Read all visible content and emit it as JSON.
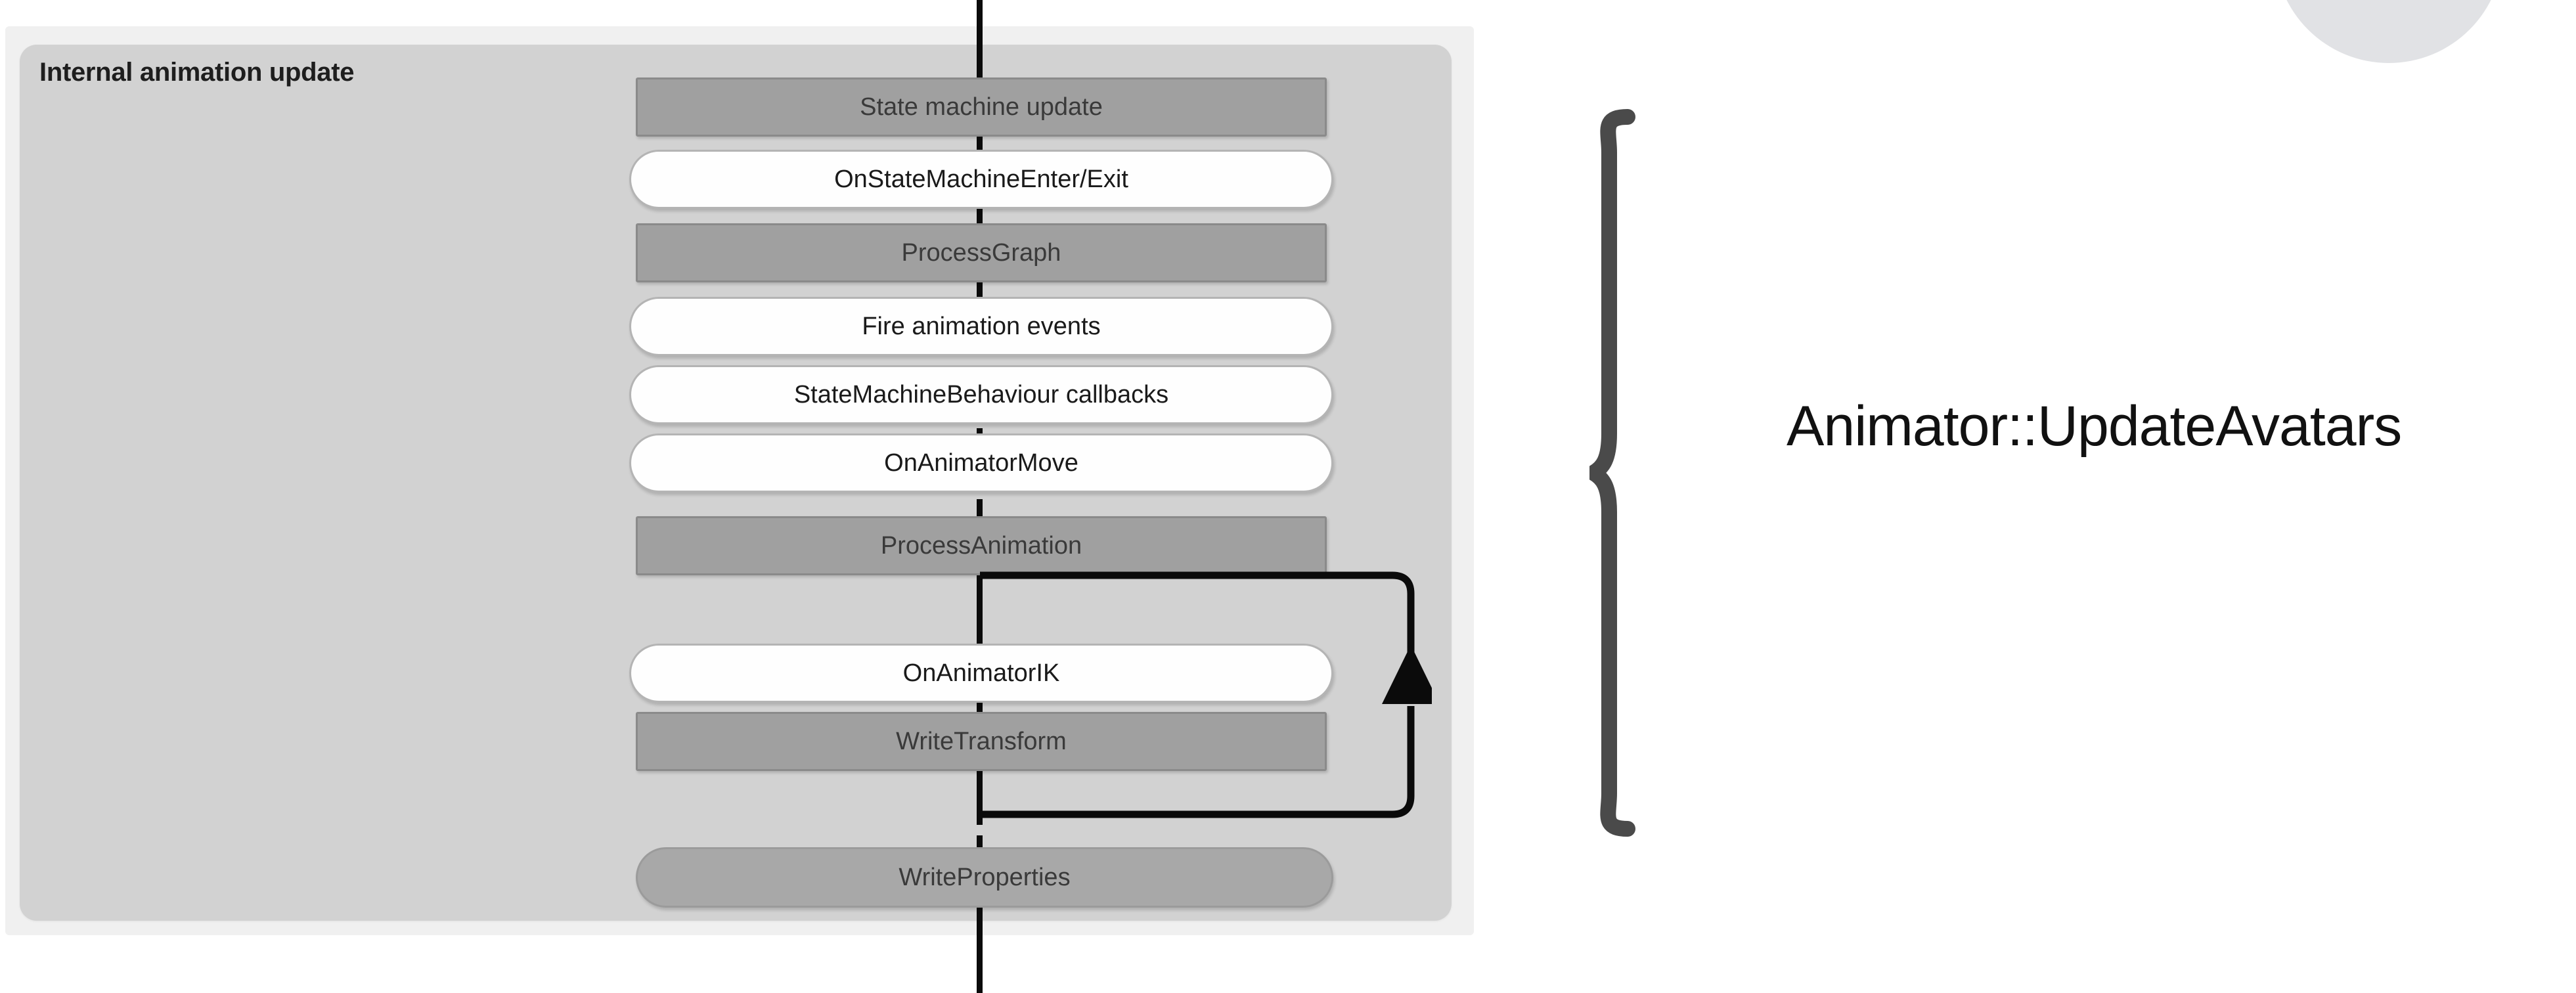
{
  "diagram": {
    "title": "Internal animation update",
    "panel_bg": "#d2d2d2",
    "outer_bg": "#f0f0f0",
    "spine_color": "#0b0b0b",
    "nodes": [
      {
        "label": "State machine update",
        "style": "gray-rect"
      },
      {
        "label": "OnStateMachineEnter/Exit",
        "style": "white-pill"
      },
      {
        "label": "ProcessGraph",
        "style": "gray-rect"
      },
      {
        "label": "Fire animation events",
        "style": "white-pill"
      },
      {
        "label": "StateMachineBehaviour callbacks",
        "style": "white-pill"
      },
      {
        "label": "OnAnimatorMove",
        "style": "white-pill"
      },
      {
        "label": "ProcessAnimation",
        "style": "gray-rect"
      },
      {
        "label": "OnAnimatorIK",
        "style": "white-pill"
      },
      {
        "label": "WriteTransform",
        "style": "gray-rect"
      },
      {
        "label": "WriteProperties",
        "style": "gray-pill"
      }
    ],
    "loop": {
      "name": "ik-feedback-loop",
      "from_node": "WriteTransform",
      "to_node": "OnAnimatorIK",
      "direction": "up",
      "color": "#0b0b0b"
    }
  },
  "annotation": {
    "brace_label": "Animator::UpdateAvatars",
    "brace_color": "#4a4a4a",
    "text_color": "#111111"
  },
  "decoration": {
    "corner_circle_color": "#e1e2e5"
  }
}
